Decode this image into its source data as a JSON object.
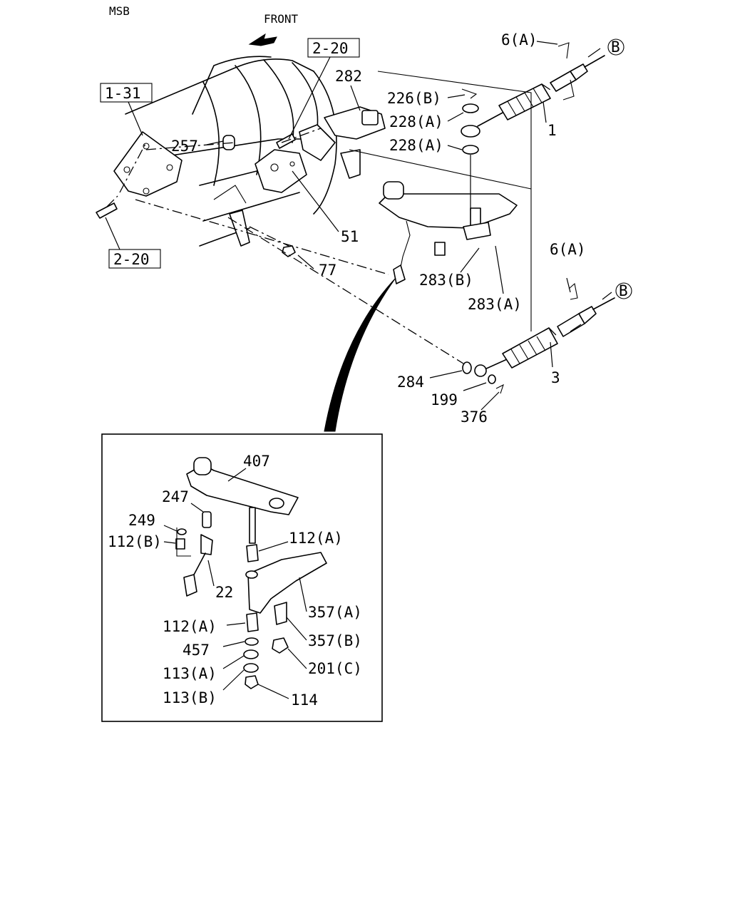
{
  "header": {
    "code": "MSB",
    "front": "FRONT"
  },
  "refs": {
    "r1_31": "1-31",
    "r2_20_top": "2-20",
    "r2_20_left": "2-20"
  },
  "callouts": {
    "c6a_top": "6(A)",
    "cB_top": "B",
    "c282": "282",
    "c226b": "226(B)",
    "c228a_1": "228(A)",
    "c228a_2": "228(A)",
    "c1": "1",
    "c257": "257",
    "c51": "51",
    "c77": "77",
    "c283b": "283(B)",
    "c283a": "283(A)",
    "c6a_mid": "6(A)",
    "cB_mid": "B",
    "c3": "3",
    "c284": "284",
    "c199": "199",
    "c376": "376"
  },
  "detail": {
    "c407": "407",
    "c247": "247",
    "c249": "249",
    "c112b": "112(B)",
    "c112a_1": "112(A)",
    "c22": "22",
    "c357a": "357(A)",
    "c112a_2": "112(A)",
    "c357b": "357(B)",
    "c457": "457",
    "c201c": "201(C)",
    "c113a": "113(A)",
    "c113b": "113(B)",
    "c114": "114"
  }
}
